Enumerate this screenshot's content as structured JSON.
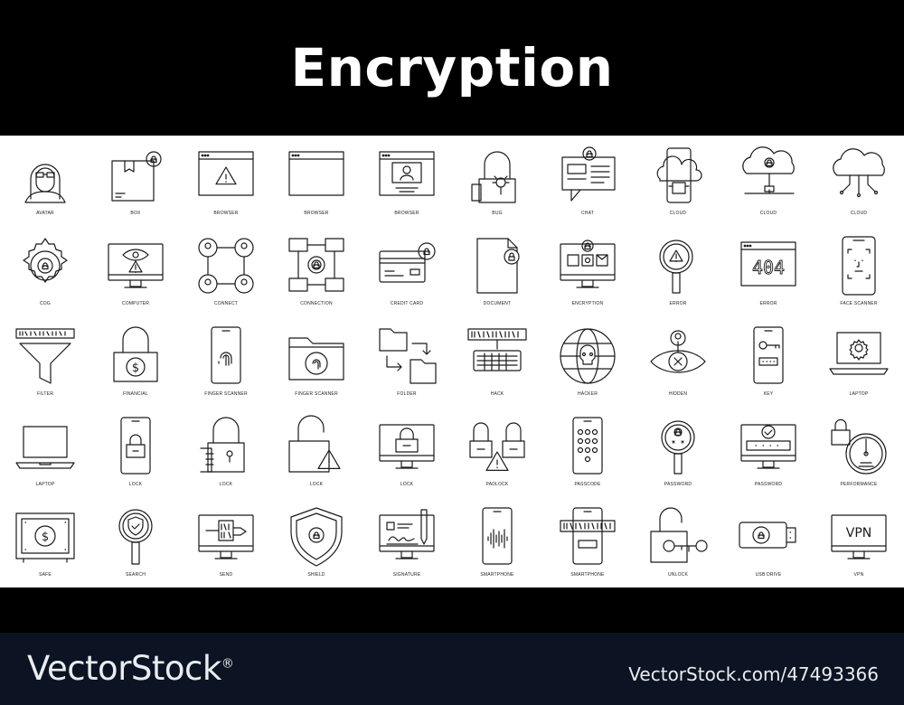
{
  "header": {
    "title": "Encryption"
  },
  "footer": {
    "watermark": "VectorStock",
    "reg_mark": "®",
    "image_id": "VectorStock.com/47493366"
  },
  "colors": {
    "header_bg": "#000000",
    "panel_bg": "#ffffff",
    "footer_bg": "#0c1424",
    "stroke": "#1a1a1a"
  },
  "icons": [
    {
      "label": "AVATAR",
      "icon": "avatar"
    },
    {
      "label": "BOX",
      "icon": "box"
    },
    {
      "label": "BROWSER",
      "icon": "browser-warning"
    },
    {
      "label": "BROWSER",
      "icon": "browser-blank"
    },
    {
      "label": "BROWSER",
      "icon": "browser-user"
    },
    {
      "label": "BUG",
      "icon": "bug-lock"
    },
    {
      "label": "CHAT",
      "icon": "chat-lock"
    },
    {
      "label": "CLOUD",
      "icon": "cloud-phone"
    },
    {
      "label": "CLOUD",
      "icon": "cloud-network"
    },
    {
      "label": "CLOUD",
      "icon": "cloud-nodes"
    },
    {
      "label": "COG",
      "icon": "cog-lock"
    },
    {
      "label": "COMPUTER",
      "icon": "computer-eye"
    },
    {
      "label": "CONNECT",
      "icon": "connect-users"
    },
    {
      "label": "CONNECTION",
      "icon": "connection-monitors"
    },
    {
      "label": "CREDIT CARD",
      "icon": "credit-card"
    },
    {
      "label": "DOCUMENT",
      "icon": "document-lock"
    },
    {
      "label": "ENCRYPTION",
      "icon": "encryption-monitor"
    },
    {
      "label": "ERROR",
      "icon": "error-magnifier"
    },
    {
      "label": "ERROR",
      "icon": "error-404"
    },
    {
      "label": "FACE SCANNER",
      "icon": "face-scanner"
    },
    {
      "label": "FILTER",
      "icon": "filter-binary"
    },
    {
      "label": "FINANCIAL",
      "icon": "financial-lock"
    },
    {
      "label": "FINGER SCANNER",
      "icon": "finger-phone"
    },
    {
      "label": "FINGER SCANNER",
      "icon": "finger-folder"
    },
    {
      "label": "FOLDER",
      "icon": "folder-transfer"
    },
    {
      "label": "HACK",
      "icon": "hack-keyboard"
    },
    {
      "label": "HACKER",
      "icon": "hacker-globe"
    },
    {
      "label": "HIDDEN",
      "icon": "hidden-eye"
    },
    {
      "label": "KEY",
      "icon": "key-phone"
    },
    {
      "label": "LAPTOP",
      "icon": "laptop-cog"
    },
    {
      "label": "LAPTOP",
      "icon": "laptop"
    },
    {
      "label": "LOCK",
      "icon": "lock-phone"
    },
    {
      "label": "LOCK",
      "icon": "lock-hand"
    },
    {
      "label": "LOCK",
      "icon": "lock-open-warning"
    },
    {
      "label": "LOCK",
      "icon": "lock-monitor"
    },
    {
      "label": "PADLOCK",
      "icon": "padlock-double"
    },
    {
      "label": "PASSCODE",
      "icon": "passcode-phone"
    },
    {
      "label": "PASSWORD",
      "icon": "password-magnifier"
    },
    {
      "label": "PASSWORD",
      "icon": "password-monitor"
    },
    {
      "label": "PERFORMANCE",
      "icon": "performance-gauge"
    },
    {
      "label": "SAFE",
      "icon": "safe"
    },
    {
      "label": "SEARCH",
      "icon": "search-shield"
    },
    {
      "label": "SEND",
      "icon": "send-binary"
    },
    {
      "label": "SHIELD",
      "icon": "shield-lock"
    },
    {
      "label": "SIGNATURE",
      "icon": "signature"
    },
    {
      "label": "SMARTPHONE",
      "icon": "smartphone-voice"
    },
    {
      "label": "SMARTPHONE",
      "icon": "smartphone-binary"
    },
    {
      "label": "UNLOCK",
      "icon": "unlock-key"
    },
    {
      "label": "USB DRIVE",
      "icon": "usb-drive"
    },
    {
      "label": "VPN",
      "icon": "vpn-monitor",
      "text": "VPN"
    }
  ]
}
